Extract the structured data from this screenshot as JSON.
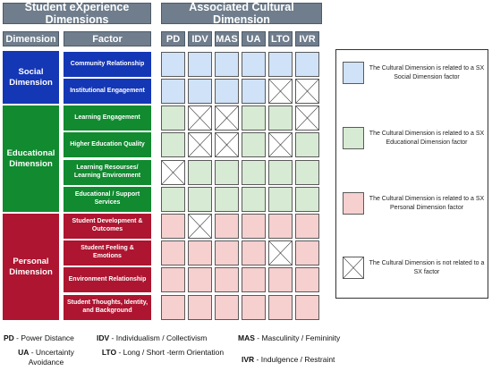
{
  "headers": {
    "left_title": "Student eXperience Dimensions",
    "right_title": "Associated Cultural Dimension",
    "dimension_col": "Dimension",
    "factor_col": "Factor"
  },
  "columns": [
    "PD",
    "IDV",
    "MAS",
    "UA",
    "LTO",
    "IVR"
  ],
  "colors": {
    "social_dark": "#1437b5",
    "social_light": "#cfe2f7",
    "educational_dark": "#118a30",
    "educational_light": "#d7ead3",
    "personal_dark": "#ad1530",
    "personal_light": "#f6cfcf",
    "header": "#6f7d8c"
  },
  "dimensions": [
    {
      "name": "Social Dimension",
      "factors": [
        {
          "label": "Community Relationship",
          "cells": [
            1,
            1,
            1,
            1,
            1,
            1
          ]
        },
        {
          "label": "Institutional Engagement",
          "cells": [
            1,
            1,
            1,
            1,
            0,
            0
          ]
        }
      ]
    },
    {
      "name": "Educational Dimension",
      "factors": [
        {
          "label": "Learning Engagement",
          "cells": [
            1,
            0,
            0,
            1,
            1,
            0
          ]
        },
        {
          "label": "Higher Education Quality",
          "cells": [
            1,
            0,
            0,
            1,
            0,
            1
          ]
        },
        {
          "label": "Learning Resourses/ Learning Environment",
          "cells": [
            0,
            1,
            1,
            1,
            1,
            1
          ]
        },
        {
          "label": "Educational / Support Services",
          "cells": [
            1,
            1,
            1,
            1,
            1,
            1
          ]
        }
      ]
    },
    {
      "name": "Personal Dimension",
      "factors": [
        {
          "label": "Student Development & Outcomes",
          "cells": [
            1,
            0,
            1,
            1,
            1,
            1
          ]
        },
        {
          "label": "Student Feeling & Emotions",
          "cells": [
            1,
            1,
            1,
            1,
            0,
            1
          ]
        },
        {
          "label": "Environment Relationship",
          "cells": [
            1,
            1,
            1,
            1,
            1,
            1
          ]
        },
        {
          "label": "Student Thoughts, Identity, and Background",
          "cells": [
            1,
            1,
            1,
            1,
            1,
            1
          ]
        }
      ]
    }
  ],
  "legend": [
    {
      "type": "social",
      "text": "The Cultural Dimension is related to a SX Social Dimension factor"
    },
    {
      "type": "educational",
      "text": "The Cultural Dimension is related to a SX Educational Dimension factor"
    },
    {
      "type": "personal",
      "text": "The Cultural Dimension is related to a SX Personal Dimension factor"
    },
    {
      "type": "none",
      "text": "The Cultural Dimension is not related to a SX factor"
    }
  ],
  "abbreviations": [
    {
      "abbr": "PD",
      "def": "Power Distance"
    },
    {
      "abbr": "IDV",
      "def": "Individualism / Collectivism"
    },
    {
      "abbr": "MAS",
      "def": "Masculinity / Femininity"
    },
    {
      "abbr": "UA",
      "def": "Uncertainty Avoidance"
    },
    {
      "abbr": "LTO",
      "def": "Long / Short -term Orientation"
    },
    {
      "abbr": "IVR",
      "def": "Indulgence / Restraint"
    }
  ]
}
